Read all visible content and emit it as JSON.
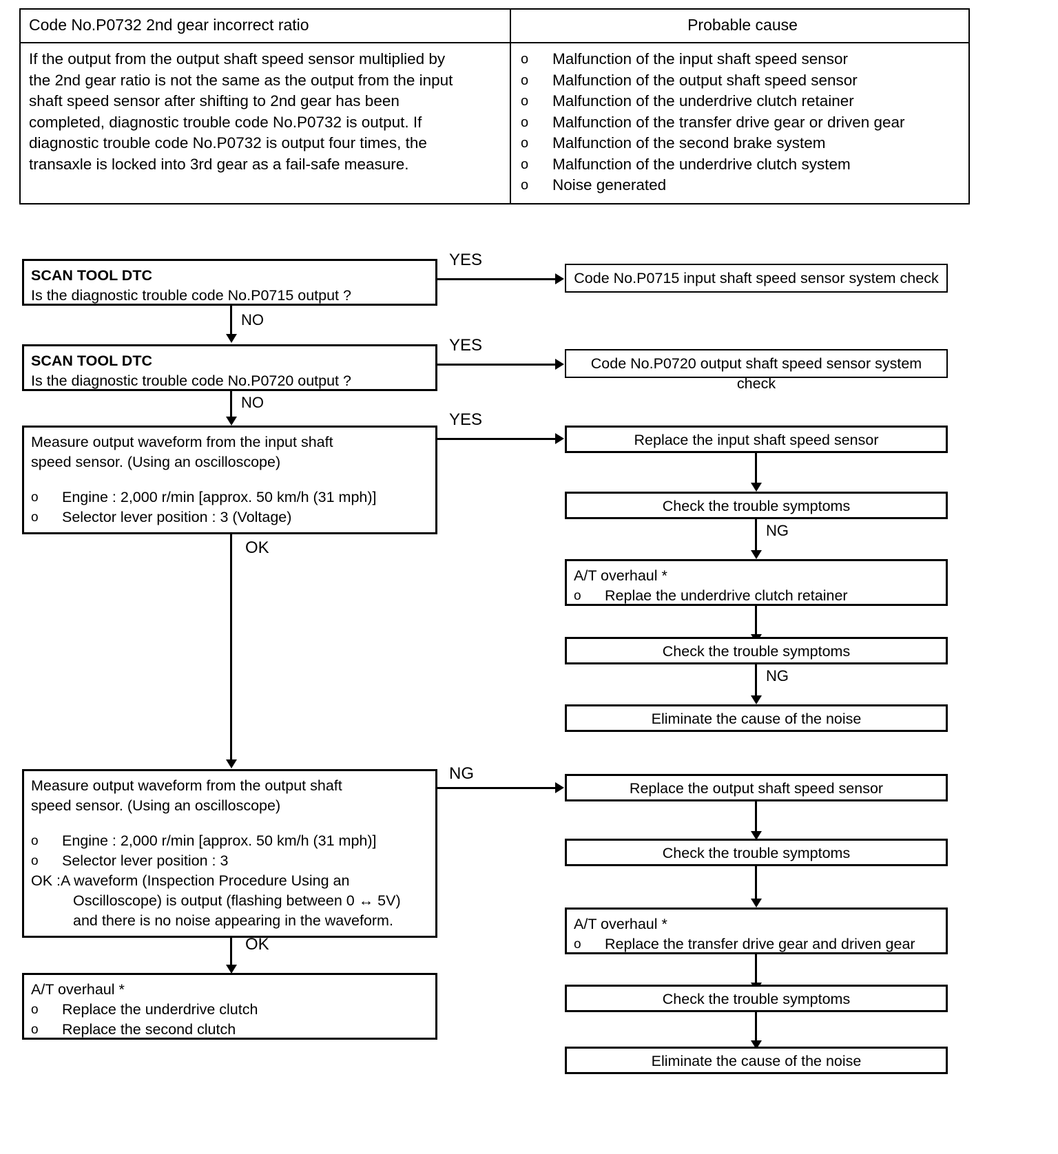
{
  "table": {
    "header_left": "Code No.P0732 2nd gear incorrect ratio",
    "header_right": "Probable cause",
    "description_lines": [
      "If the output from the output shaft speed sensor multiplied by",
      "the 2nd gear ratio is not the same as the output from the input",
      "shaft speed sensor after shifting to 2nd gear has been",
      "completed, diagnostic trouble code No.P0732 is output. If",
      "diagnostic trouble code No.P0732 is output four times, the",
      "transaxle is locked into 3rd gear as a fail-safe measure."
    ],
    "bullet": "o",
    "causes": [
      "Malfunction of the input shaft speed sensor",
      "Malfunction of the output shaft speed sensor",
      "Malfunction of the underdrive clutch retainer",
      "Malfunction of the transfer drive gear or driven gear",
      "Malfunction of the second brake system",
      "Malfunction of the underdrive clutch system",
      "Noise generated"
    ]
  },
  "flow": {
    "bullet": "o",
    "step1": {
      "title": "SCAN TOOL DTC",
      "question": "Is the diagnostic trouble code No.P0715 output ?",
      "yes_label": "YES",
      "no_label": "NO"
    },
    "step1_result": "Code No.P0715 input shaft speed sensor system check",
    "step2": {
      "title": "SCAN TOOL DTC",
      "question": "Is the diagnostic trouble code No.P0720 output ?",
      "yes_label": "YES",
      "no_label": "NO"
    },
    "step2_result": "Code No.P0720 output shaft speed sensor system check",
    "step3": {
      "line1": "Measure output waveform from the input shaft",
      "line2": "speed sensor. (Using an oscilloscope)",
      "items": [
        "Engine : 2,000 r/min [approx. 50 km/h (31 mph)]",
        "Selector lever position : 3 (Voltage)"
      ],
      "yes_label": "YES",
      "ok_label": "OK"
    },
    "branch_a": {
      "box1": "Replace the input shaft speed sensor",
      "box2": "Check the trouble symptoms",
      "ng1": "NG",
      "box3_title": "A/T overhaul *",
      "box3_item": "Replae the underdrive clutch retainer",
      "box4": "Check the trouble symptoms",
      "ng2": "NG",
      "box5": "Eliminate the cause of the noise"
    },
    "step4": {
      "line1": "Measure output waveform from the output shaft",
      "line2": "speed sensor. (Using an oscilloscope)",
      "items": [
        "Engine : 2,000 r/min [approx. 50 km/h (31 mph)]",
        "Selector lever position : 3"
      ],
      "ok_lead": "OK : ",
      "ok_line1": "A waveform (Inspection Procedure Using an",
      "ok_line2": "Oscilloscope) is output (flashing between 0 ↔    5V)",
      "ok_line3": "and there is no noise appearing in the waveform.",
      "ng_label": "NG",
      "ok_label": "OK"
    },
    "branch_b": {
      "box1": "Replace the output shaft speed sensor",
      "box2": "Check the trouble symptoms",
      "box3_title": "A/T overhaul *",
      "box3_item": "Replace the transfer drive gear and driven gear",
      "box4": "Check the trouble symptoms",
      "box5": "Eliminate the cause of the noise"
    },
    "final_left": {
      "title": "A/T overhaul *",
      "items": [
        "Replace the underdrive clutch",
        "Replace the second clutch"
      ]
    }
  }
}
